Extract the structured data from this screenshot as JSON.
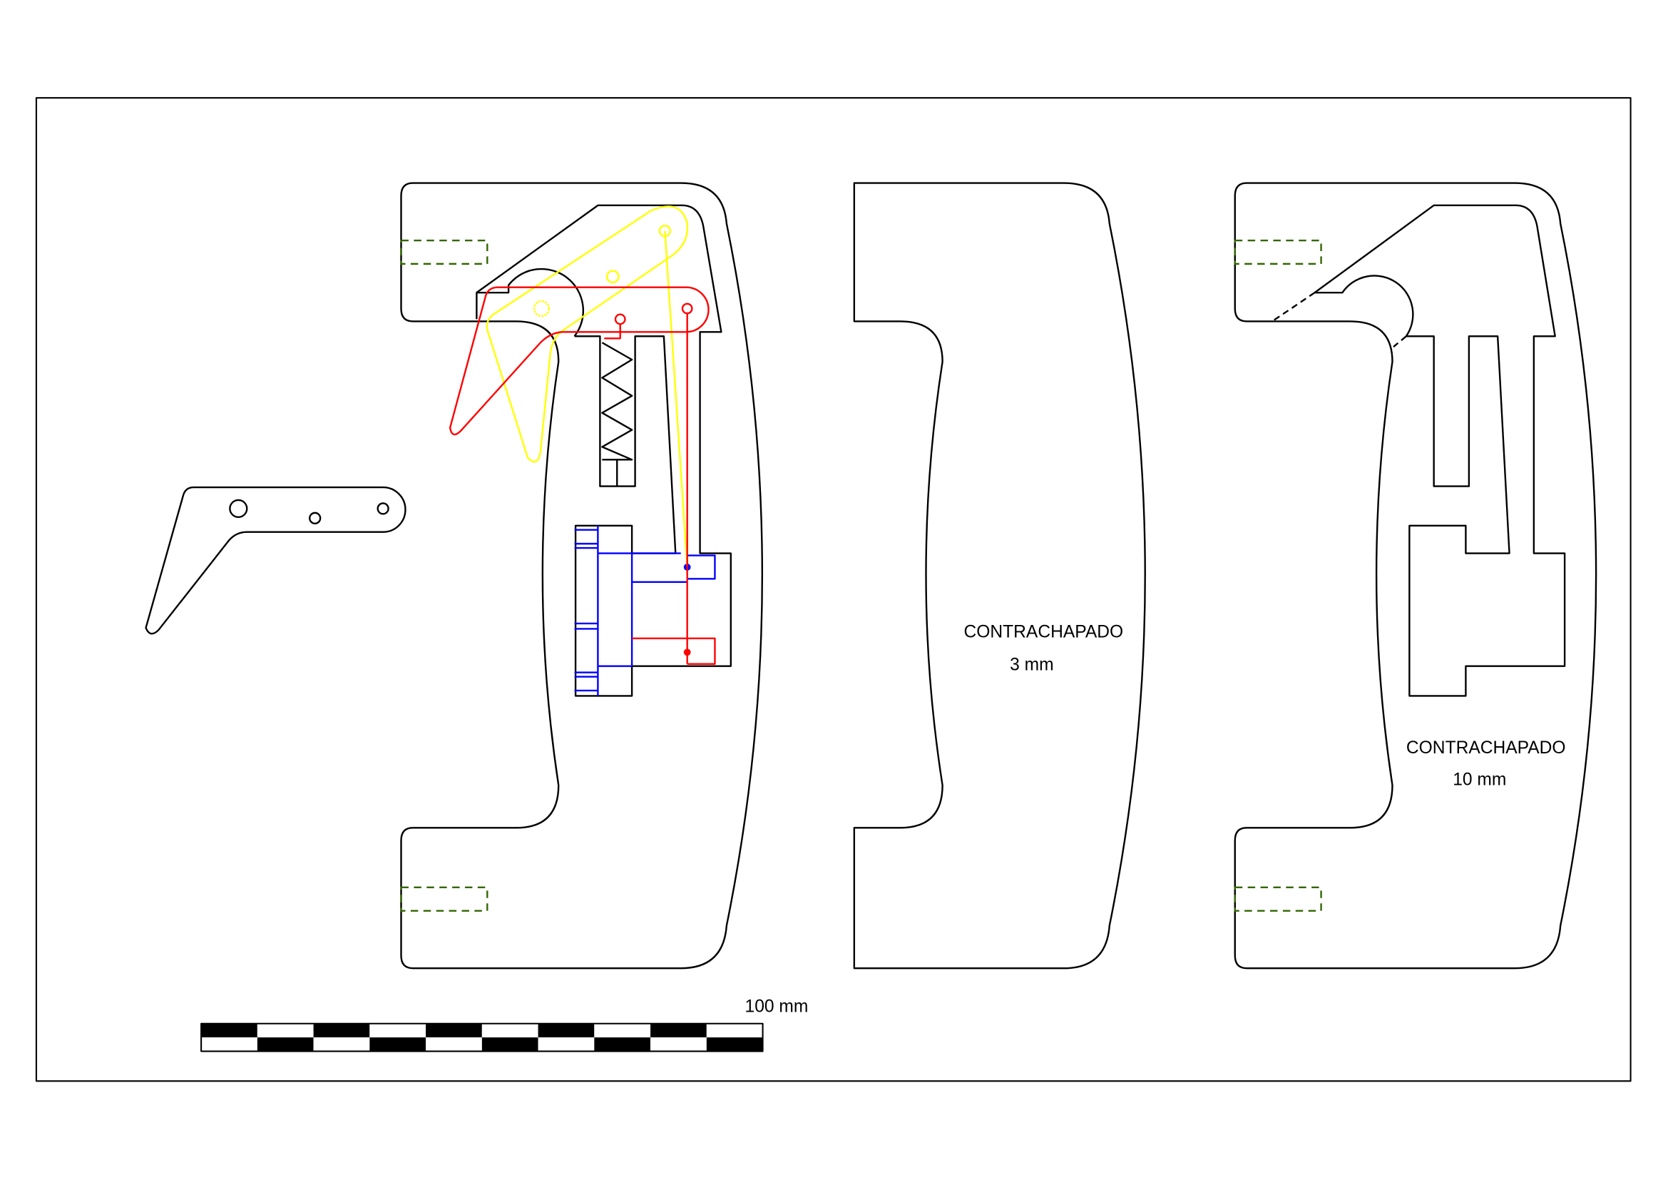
{
  "drawing": {
    "part_middle": {
      "material": "CONTRACHAPADO",
      "thickness": "3 mm"
    },
    "part_right": {
      "material": "CONTRACHAPADO",
      "thickness": "10 mm"
    },
    "scale_bar": {
      "label": "100 mm",
      "segments": 10
    }
  },
  "colors": {
    "outline": "#000000",
    "lever_red": "#ff0000",
    "lever_yellow": "#ffff00",
    "mechanism_blue": "#0000ff",
    "hidden_green": "#336600"
  }
}
